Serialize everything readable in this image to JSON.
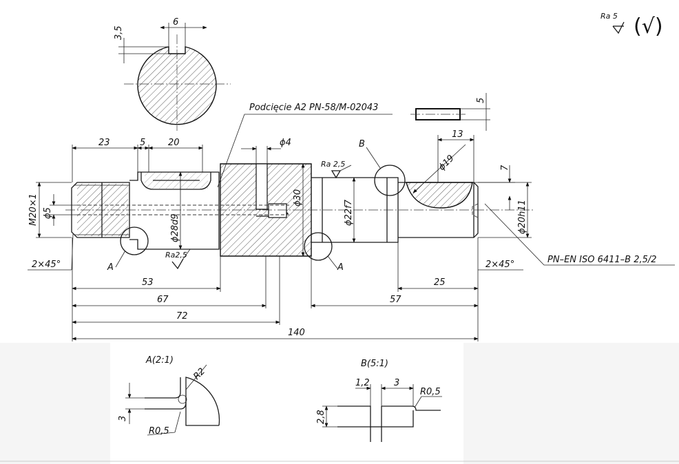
{
  "roughness_general": {
    "ra": "Ra 5",
    "bracket": "(√)"
  },
  "section_key": {
    "width": "6",
    "depth": "3,5"
  },
  "undercut_note": "Podcięcie A2 PN-58/M-02043",
  "key_part": {
    "thickness": "5"
  },
  "standard_note": "PN–EN ISO 6411–B 2,5/2",
  "dimensions": {
    "d23": "23",
    "d5": "5",
    "d20": "20",
    "phi4": "ϕ4",
    "d13": "13",
    "phi19": "ϕ19",
    "d7": "7",
    "m20": "M20×1",
    "phi5": "ϕ5",
    "phi28": "ϕ28d9",
    "phi30": "ϕ30",
    "phi22": "ϕ22f7",
    "phi20": "ϕ20h11",
    "ra25a": "Ra 2,5",
    "ra25b": "Ra2,5",
    "chamfer_l": "2×45°",
    "chamfer_r": "2×45°",
    "d53": "53",
    "d67": "67",
    "d72": "72",
    "d140": "140",
    "d57": "57",
    "d25": "25"
  },
  "labels": {
    "a1": "A",
    "a2": "A",
    "b": "B"
  },
  "detail_a": {
    "title": "A(2:1)",
    "r2": "R2",
    "d3": "3",
    "r05": "R0,5"
  },
  "detail_b": {
    "title": "B(5:1)",
    "d12": "1,2",
    "d3": "3",
    "r05": "R0,5",
    "d28": "2,8"
  }
}
